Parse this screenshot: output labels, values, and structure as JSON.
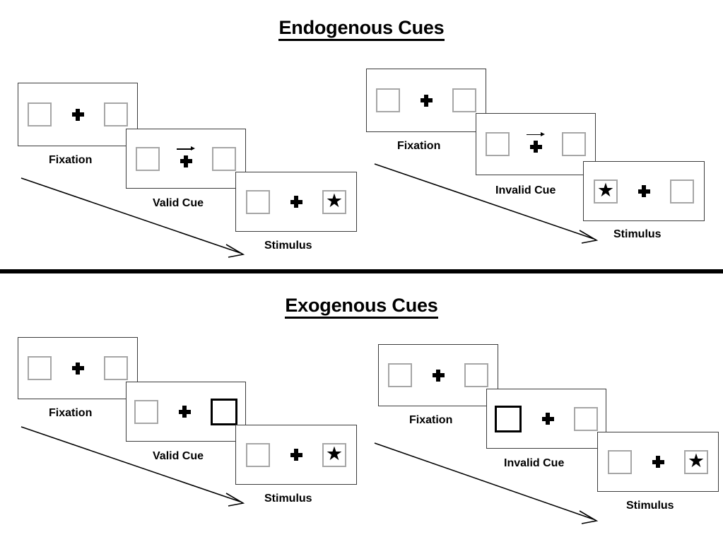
{
  "figure": {
    "title_endogenous": "Endogenous Cues",
    "title_exogenous": "Exogenous Cues"
  },
  "sections": [
    {
      "id": "endogenous",
      "title": "Endogenous Cues",
      "sequences": [
        {
          "id": "endogenous-valid",
          "frames": [
            {
              "caption": "Fixation",
              "left_box": "empty",
              "right_box": "empty",
              "cue": "none",
              "stimulus_side": "none"
            },
            {
              "caption": "Valid Cue",
              "left_box": "empty",
              "right_box": "empty",
              "cue": "arrow-right",
              "stimulus_side": "none"
            },
            {
              "caption": "Stimulus",
              "left_box": "empty",
              "right_box": "star",
              "cue": "none",
              "stimulus_side": "right"
            }
          ]
        },
        {
          "id": "endogenous-invalid",
          "frames": [
            {
              "caption": "Fixation",
              "left_box": "empty",
              "right_box": "empty",
              "cue": "none",
              "stimulus_side": "none"
            },
            {
              "caption": "Invalid Cue",
              "left_box": "empty",
              "right_box": "empty",
              "cue": "arrow-right",
              "stimulus_side": "none"
            },
            {
              "caption": "Stimulus",
              "left_box": "star",
              "right_box": "empty",
              "cue": "none",
              "stimulus_side": "left"
            }
          ]
        }
      ]
    },
    {
      "id": "exogenous",
      "title": "Exogenous Cues",
      "sequences": [
        {
          "id": "exogenous-valid",
          "frames": [
            {
              "caption": "Fixation",
              "left_box": "empty",
              "right_box": "empty",
              "cue": "none",
              "stimulus_side": "none"
            },
            {
              "caption": "Valid Cue",
              "left_box": "empty",
              "right_box": "cued-box",
              "cue": "peripheral-right",
              "stimulus_side": "none"
            },
            {
              "caption": "Stimulus",
              "left_box": "empty",
              "right_box": "star",
              "cue": "none",
              "stimulus_side": "right"
            }
          ]
        },
        {
          "id": "exogenous-invalid",
          "frames": [
            {
              "caption": "Fixation",
              "left_box": "empty",
              "right_box": "empty",
              "cue": "none",
              "stimulus_side": "none"
            },
            {
              "caption": "Invalid Cue",
              "left_box": "cued-box",
              "right_box": "empty",
              "cue": "peripheral-left",
              "stimulus_side": "none"
            },
            {
              "caption": "Stimulus",
              "left_box": "empty",
              "right_box": "star",
              "cue": "none",
              "stimulus_side": "right"
            }
          ]
        }
      ]
    }
  ],
  "labels": {
    "fixation": "Fixation",
    "valid_cue": "Valid Cue",
    "invalid_cue": "Invalid Cue",
    "stimulus": "Stimulus"
  },
  "glyphs": {
    "star": "★",
    "fixation_cross": "plus",
    "cue_arrow": "arrow-right"
  },
  "colors": {
    "ink": "#000000",
    "frame_border": "#3b3b3b",
    "box_border": "#a6a6a6",
    "cued_box_border": "#000000",
    "background": "#ffffff",
    "divider": "#000000"
  },
  "time_arrows": {
    "count": 4,
    "direction": "down-right",
    "meaning": "time"
  }
}
